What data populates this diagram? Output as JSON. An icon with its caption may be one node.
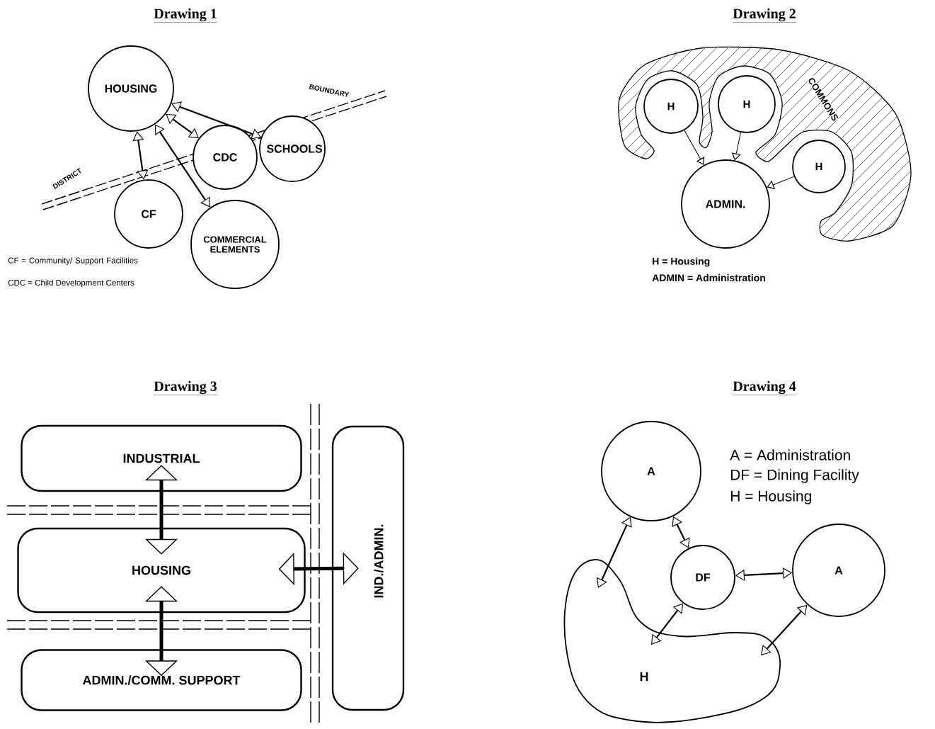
{
  "diagram": {
    "nodes": [
      {
        "text": [
          "HOUSING"
        ]
      },
      {
        "text": [
          "CDC"
        ]
      },
      {
        "text": [
          "SCHOOLS"
        ]
      },
      {
        "text": [
          "CF"
        ]
      },
      {
        "text": [
          "COMMERCIAL ELEMENTS"
        ]
      },
      {
        "text": [
          "COMMONS"
        ]
      },
      {
        "text": [
          "H"
        ]
      },
      {
        "text": [
          "H"
        ]
      },
      {
        "text": [
          "H"
        ]
      },
      {
        "text": [
          "ADMIN."
        ]
      },
      {
        "text": [
          "INDUSTRIAL"
        ]
      },
      {
        "text": [
          "HOUSING"
        ]
      },
      {
        "text": [
          "ADMIN./COMM. SUPPORT"
        ]
      },
      {
        "text": [
          "IND./ADMIN."
        ]
      },
      {
        "text": [
          "A"
        ]
      },
      {
        "text": [
          "DF"
        ]
      },
      {
        "text": [
          "A"
        ]
      },
      {
        "text": [
          "H"
        ]
      }
    ],
    "edges": [
      {
        "from": 0,
        "to": 2,
        "arrow": "both"
      },
      {
        "from": 0,
        "to": 1,
        "arrow": "both"
      },
      {
        "from": 0,
        "to": 3,
        "arrow": "both"
      },
      {
        "from": 0,
        "to": 4,
        "arrow": "both"
      },
      {
        "from": 6,
        "to": 9,
        "arrow": "to"
      },
      {
        "from": 7,
        "to": 9,
        "arrow": "to"
      },
      {
        "from": 8,
        "to": 9,
        "arrow": "to"
      },
      {
        "from": 10,
        "to": 11,
        "arrow": "both",
        "style": "thick"
      },
      {
        "from": 11,
        "to": 12,
        "arrow": "both",
        "style": "thick"
      },
      {
        "from": 11,
        "to": 13,
        "arrow": "both",
        "style": "thick"
      },
      {
        "from": 14,
        "to": 17,
        "arrow": "both"
      },
      {
        "from": 14,
        "to": 15,
        "arrow": "both"
      },
      {
        "from": 15,
        "to": 16,
        "arrow": "both"
      },
      {
        "from": 15,
        "to": 17,
        "arrow": "both"
      },
      {
        "from": 16,
        "to": 17,
        "arrow": "both"
      }
    ],
    "labels": [
      "Drawing 1",
      "BOUNDARY",
      "DISTRICT",
      "CF = Community/ Support Facilities",
      "CDC = Child Development Centers",
      "Drawing 2",
      "H = Housing",
      "ADMIN = Administration",
      "Drawing 3",
      "Drawing 4",
      "A = Administration",
      "DF = Dining Facility",
      "H = Housing"
    ]
  }
}
